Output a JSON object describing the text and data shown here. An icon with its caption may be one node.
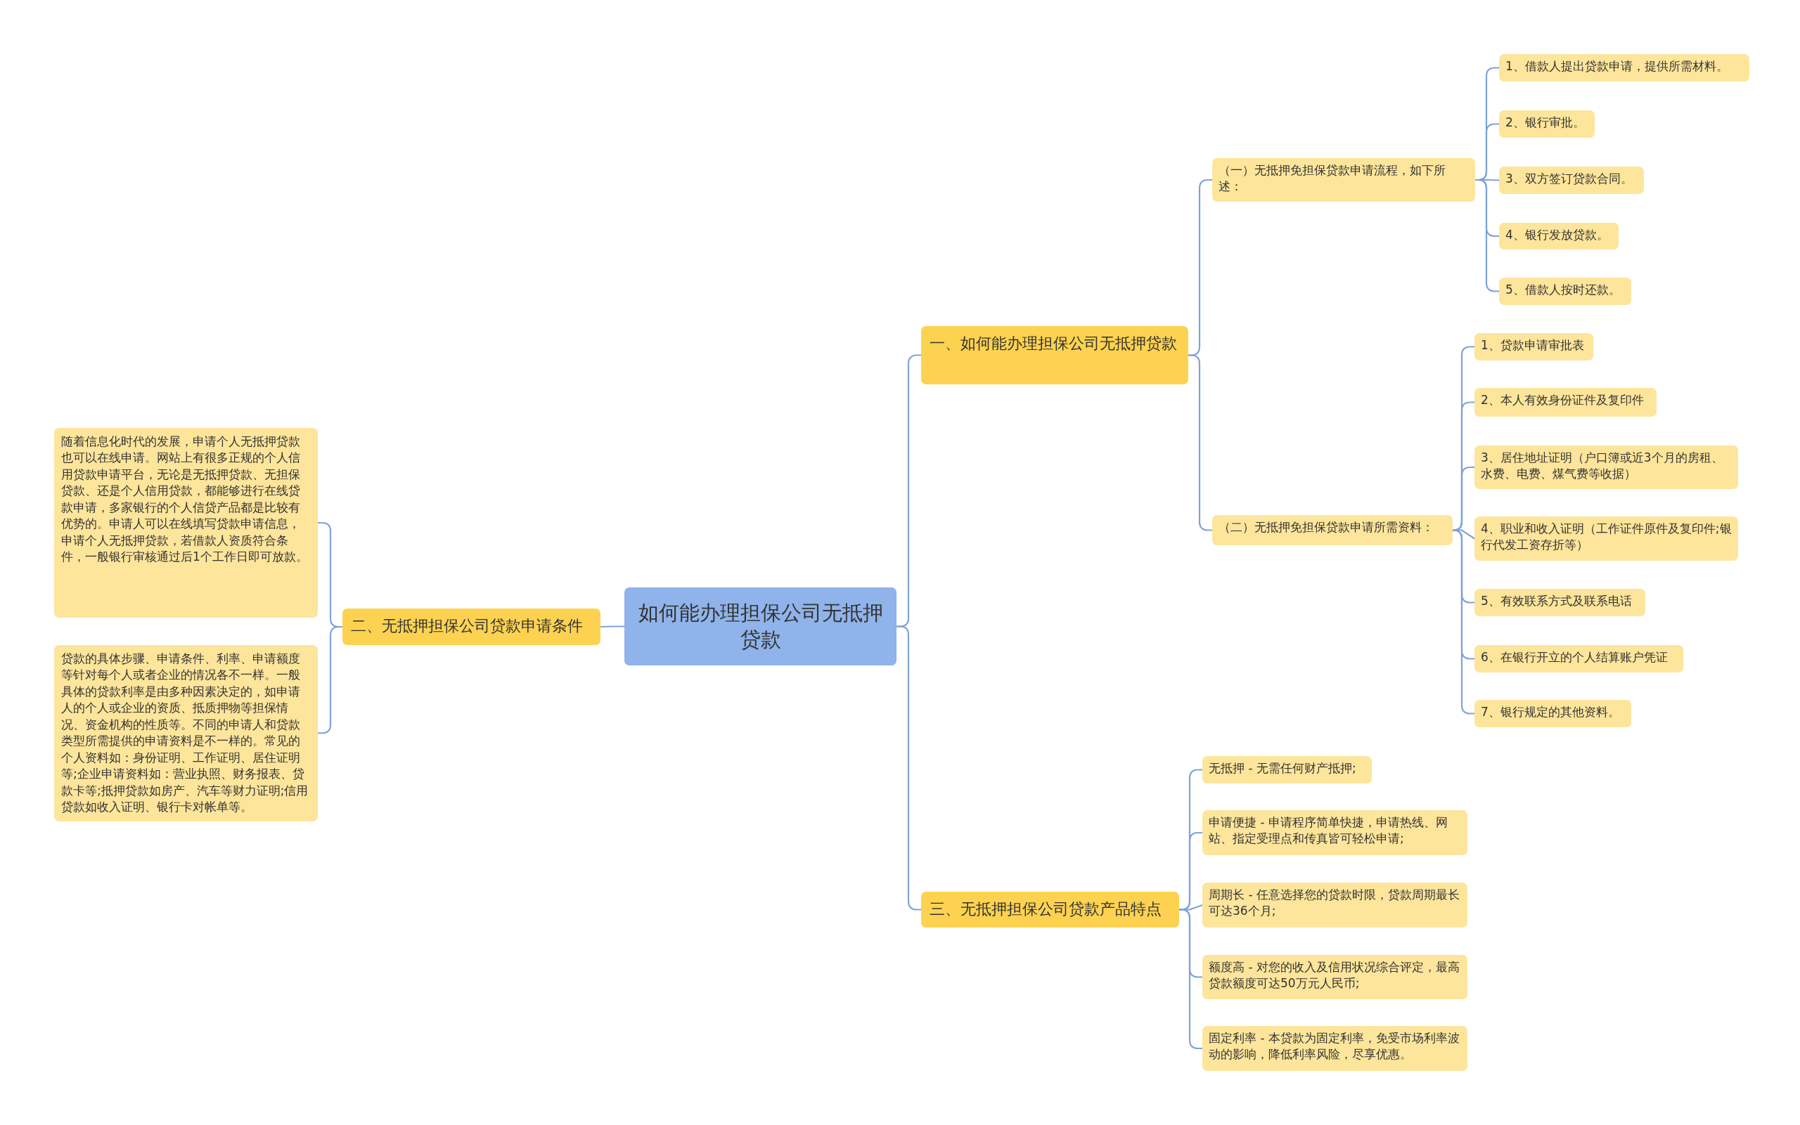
{
  "diagram": {
    "nodes": [
      {
        "text": [
          "如何能办理担保公司无抵押贷款"
        ]
      },
      {
        "text": [
          "一、如何能办理担保公司无抵押贷款"
        ]
      },
      {
        "text": [
          "（一）无抵押免担保贷款申请流程，如下所述："
        ]
      },
      {
        "text": [
          "1、借款人提出贷款申请，提供所需材料。"
        ]
      },
      {
        "text": [
          "2、银行审批。"
        ]
      },
      {
        "text": [
          "3、双方签订贷款合同。"
        ]
      },
      {
        "text": [
          "4、银行发放贷款。"
        ]
      },
      {
        "text": [
          "5、借款人按时还款。"
        ]
      },
      {
        "text": [
          "（二）无抵押免担保贷款申请所需资料："
        ]
      },
      {
        "text": [
          "1、贷款申请审批表"
        ]
      },
      {
        "text": [
          "2、本人有效身份证件及复印件"
        ]
      },
      {
        "text": [
          "3、居住地址证明（户口簿或近3个月的房租、水费、电费、煤气费等收据）"
        ]
      },
      {
        "text": [
          "4、职业和收入证明（工作证件原件及复印件;银行代发工资存折等）"
        ]
      },
      {
        "text": [
          "5、有效联系方式及联系电话"
        ]
      },
      {
        "text": [
          "6、在银行开立的个人结算账户凭证"
        ]
      },
      {
        "text": [
          "7、银行规定的其他资料。"
        ]
      },
      {
        "text": [
          "三、无抵押担保公司贷款产品特点"
        ]
      },
      {
        "text": [
          "无抵押 - 无需任何财产抵押;"
        ]
      },
      {
        "text": [
          "申请便捷 - 申请程序简单快捷，申请热线、网站、指定受理点和传真皆可轻松申请;"
        ]
      },
      {
        "text": [
          "周期长 - 任意选择您的贷款时限，贷款周期最长可达36个月;"
        ]
      },
      {
        "text": [
          "额度高 - 对您的收入及信用状况综合评定，最高贷款额度可达50万元人民币;"
        ]
      },
      {
        "text": [
          "固定利率 - 本贷款为固定利率，免受市场利率波动的影响，降低利率风险，尽享优惠。"
        ]
      },
      {
        "text": [
          "二、无抵押担保公司贷款申请条件"
        ]
      },
      {
        "text": [
          "随着信息化时代的发展，申请个人无抵押贷款也可以在线申请。网站上有很多正规的个人信用贷款申请平台，无论是无抵押贷款、无担保贷款、还是个人信用贷款，都能够进行在线贷款申请，多家银行的个人信贷产品都是比较有优势的。申请人可以在线填写贷款申请信息，申请个人无抵押贷款，若借款人资质符合条件，一般银行审核通过后1个工作日即可放款。"
        ]
      },
      {
        "text": [
          "贷款的具体步骤、申请条件、利率、申请额度等针对每个人或者企业的情况各不一样。一般具体的贷款利率是由多种因素决定的，如申请人的个人或企业的资质、抵质押物等担保情况、资金机构的性质等。不同的申请人和贷款类型所需提供的申请资料是不一样的。常见的个人资料如：身份证明、工作证明、居住证明等;企业申请资料如：营业执照、财务报表、贷款卡等;抵押贷款如房产、汽车等财力证明;信用贷款如收入证明、银行卡对帐单等。"
        ]
      }
    ],
    "edges": [
      {
        "from": 0,
        "to": 1,
        "arrow": "none"
      },
      {
        "from": 1,
        "to": 2,
        "arrow": "none"
      },
      {
        "from": 2,
        "to": 3,
        "arrow": "none"
      },
      {
        "from": 2,
        "to": 4,
        "arrow": "none"
      },
      {
        "from": 2,
        "to": 5,
        "arrow": "none"
      },
      {
        "from": 2,
        "to": 6,
        "arrow": "none"
      },
      {
        "from": 2,
        "to": 7,
        "arrow": "none"
      },
      {
        "from": 1,
        "to": 8,
        "arrow": "none"
      },
      {
        "from": 8,
        "to": 9,
        "arrow": "none"
      },
      {
        "from": 8,
        "to": 10,
        "arrow": "none"
      },
      {
        "from": 8,
        "to": 11,
        "arrow": "none"
      },
      {
        "from": 8,
        "to": 12,
        "arrow": "none"
      },
      {
        "from": 8,
        "to": 13,
        "arrow": "none"
      },
      {
        "from": 8,
        "to": 14,
        "arrow": "none"
      },
      {
        "from": 8,
        "to": 15,
        "arrow": "none"
      },
      {
        "from": 0,
        "to": 16,
        "arrow": "none"
      },
      {
        "from": 16,
        "to": 17,
        "arrow": "none"
      },
      {
        "from": 16,
        "to": 18,
        "arrow": "none"
      },
      {
        "from": 16,
        "to": 19,
        "arrow": "none"
      },
      {
        "from": 16,
        "to": 20,
        "arrow": "none"
      },
      {
        "from": 16,
        "to": 21,
        "arrow": "none"
      },
      {
        "from": 0,
        "to": 22,
        "arrow": "none"
      },
      {
        "from": 22,
        "to": 23,
        "arrow": "none"
      },
      {
        "from": 22,
        "to": 24,
        "arrow": "none"
      }
    ]
  }
}
